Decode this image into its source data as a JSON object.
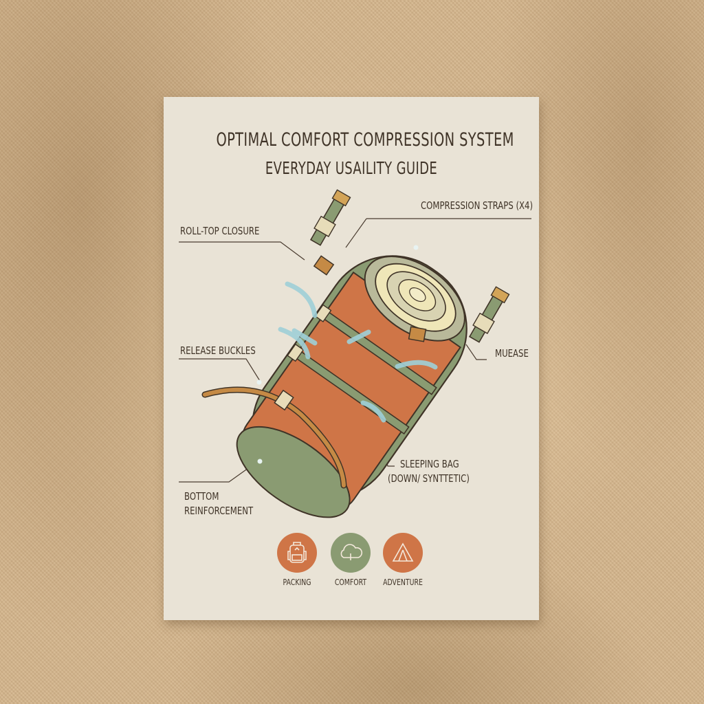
{
  "card": {
    "title": "OPTIMAL COMFORT COMPRESSION SYSTEM",
    "subtitle": "EVERYDAY USAILITY GUIDE"
  },
  "callouts": {
    "compression_straps": "COMPRESSION STRAPS (X4)",
    "roll_top": "ROLL-TOP CLOSURE",
    "release_buckles": "RELEASE BUCKLES",
    "muease": "MUEASE",
    "sleeping_bag_line1": "SLEEPING BAG",
    "sleeping_bag_line2": "(DOWN/ SYNTTETIC)",
    "bottom_line1": "BOTTOM",
    "bottom_line2": "REINFORCEMENT"
  },
  "icons": [
    {
      "name": "backpack-icon",
      "label": "PACKING",
      "color": "#cf7547"
    },
    {
      "name": "cloud-icon",
      "label": "COMFORT",
      "color": "#8a9b72"
    },
    {
      "name": "tent-icon",
      "label": "ADVENTURE",
      "color": "#cf7547"
    }
  ],
  "colors": {
    "card": "#e9e3d6",
    "text": "#3f3327",
    "orange": "#cf7547",
    "green": "#8a9b72",
    "arrow": "#9fd0d8",
    "strap_tan": "#c58a45"
  }
}
